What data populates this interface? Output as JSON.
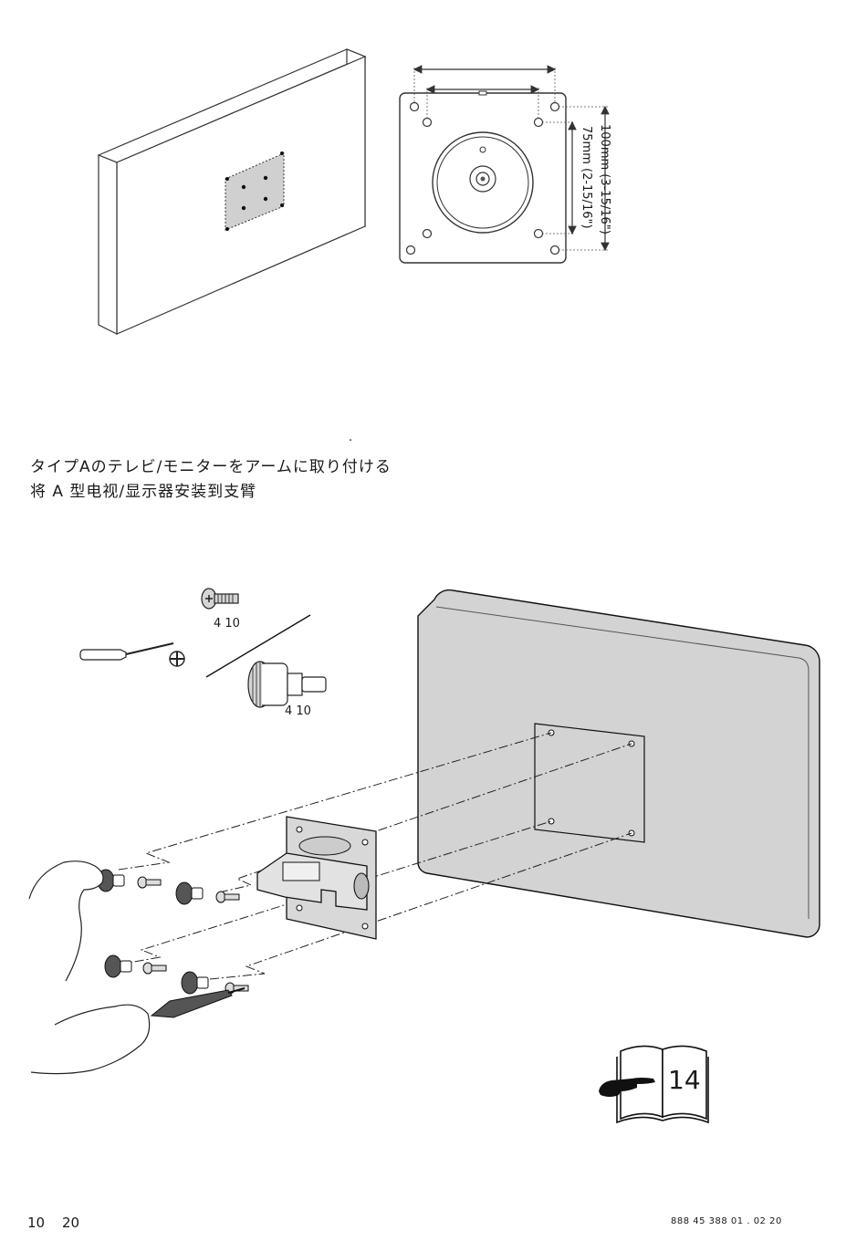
{
  "top_diagram": {
    "dim_100": "100mm (3-15/16\")",
    "dim_75": "75mm (2-15/16\")"
  },
  "dot": ".",
  "heading": {
    "ja": "タイプAのテレビ/モニターをアームに取り付ける",
    "zh": "将 A 型电视/显示器安装到支臂"
  },
  "parts": {
    "screw_qty": "4    10",
    "knob_qty": "4    10"
  },
  "book_page": "14",
  "footer": {
    "left_a": "10",
    "left_b": "20",
    "right": "888 45 388      01     .      02 20"
  }
}
